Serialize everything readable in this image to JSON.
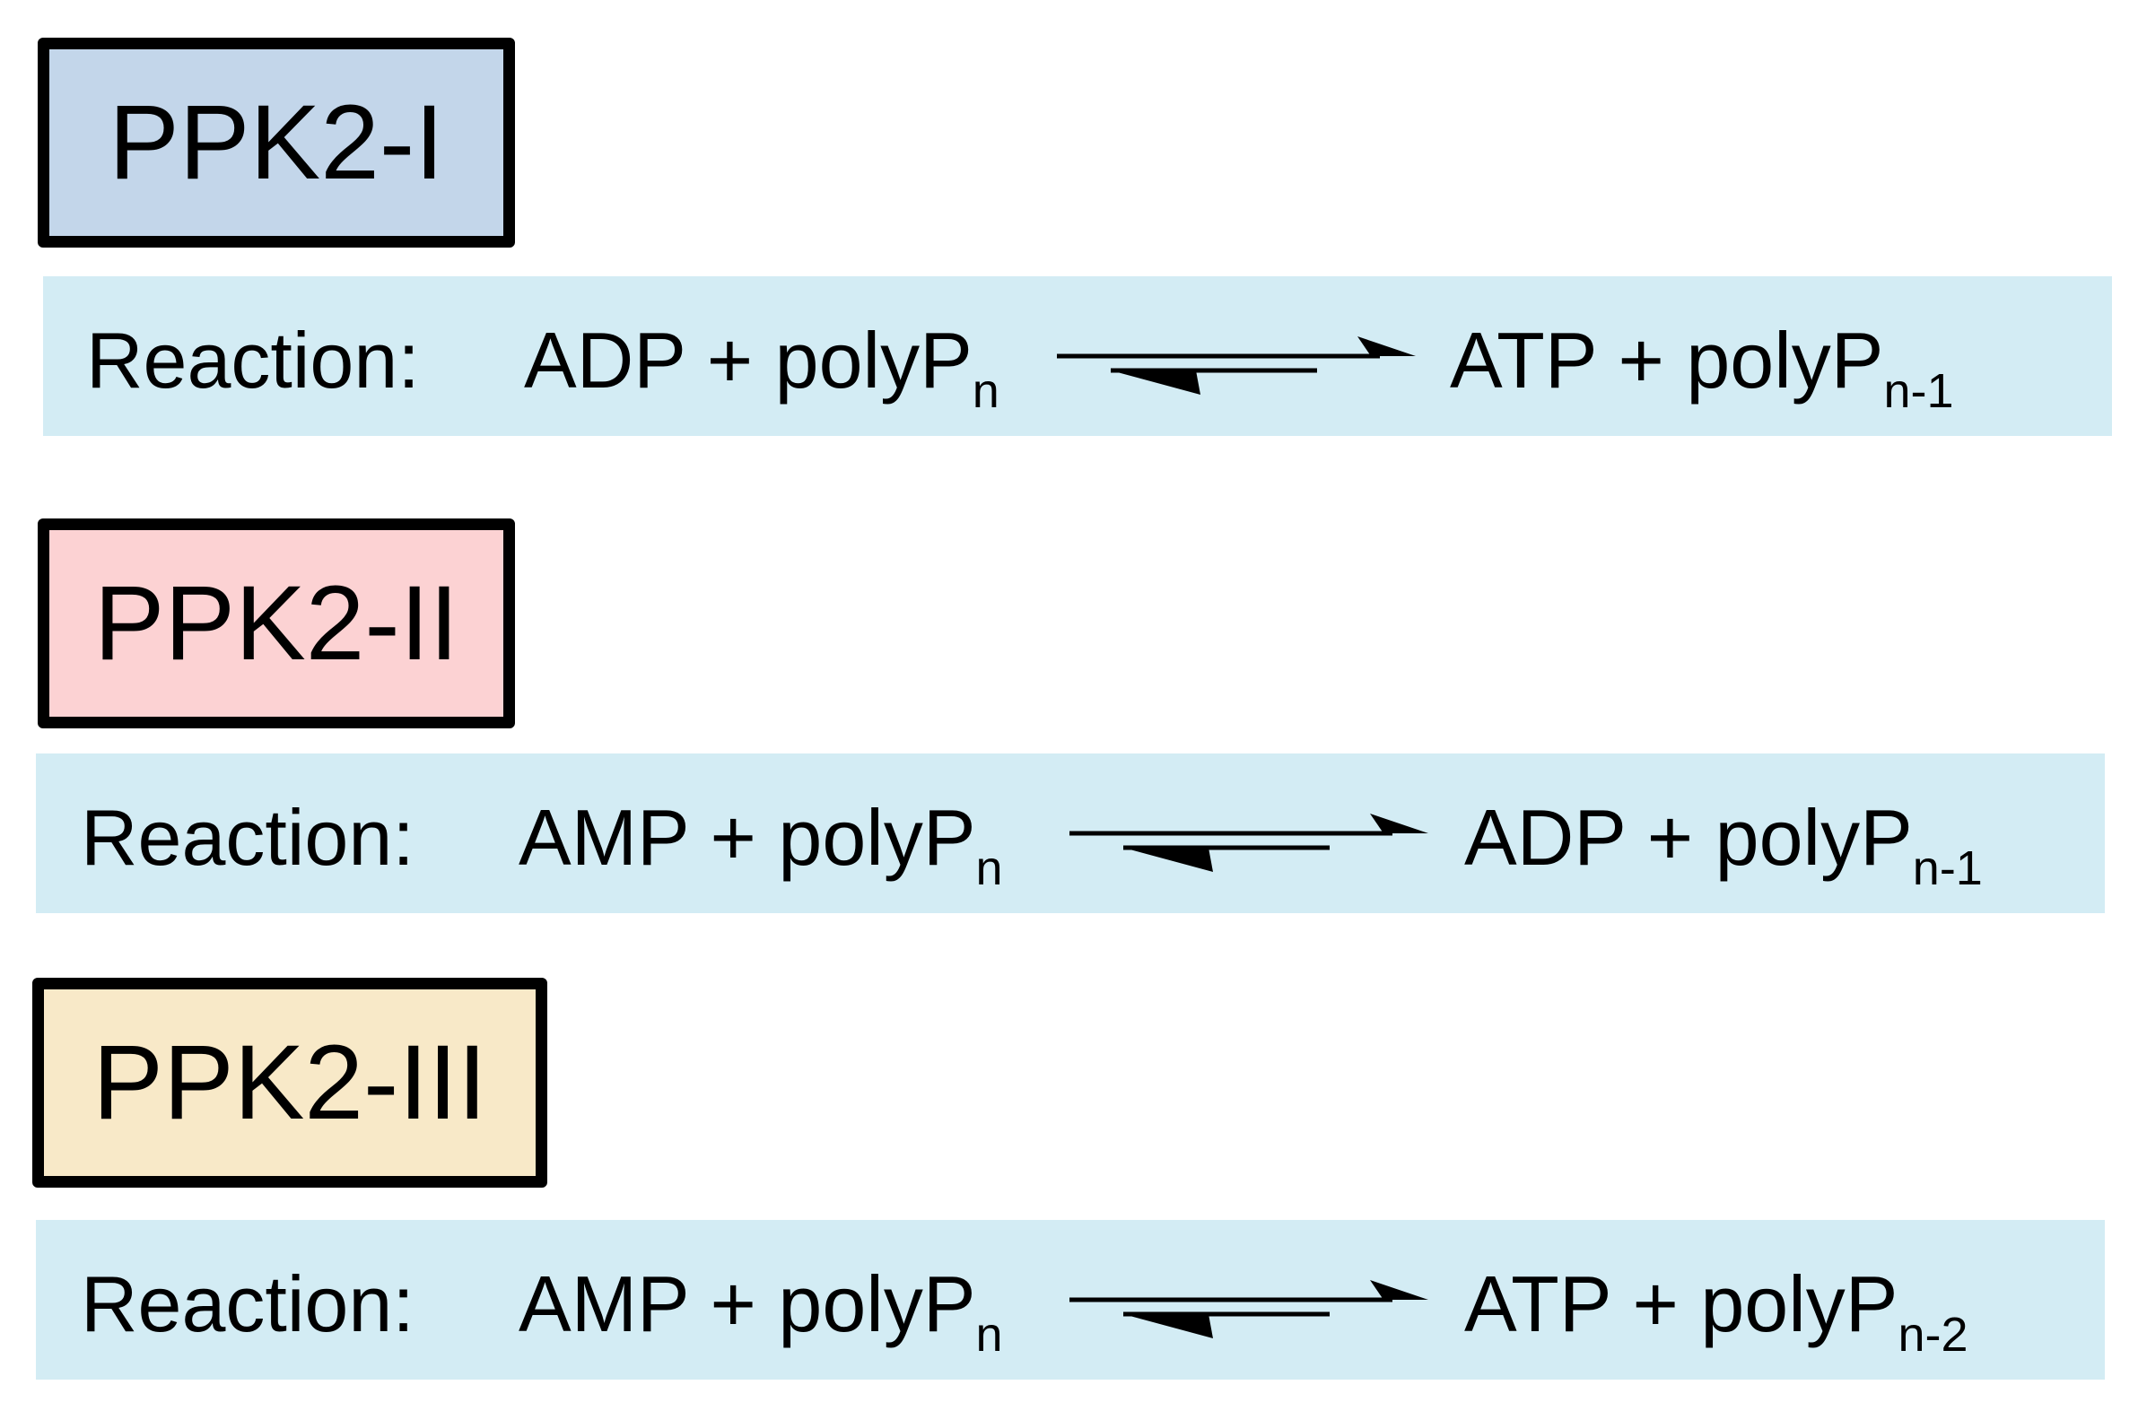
{
  "colors": {
    "ppk2_i_fill": "#c3d6ea",
    "ppk2_ii_fill": "#fcd2d3",
    "ppk2_iii_fill": "#f8e9c8",
    "reaction_band": "#d3ecf4",
    "outline": "#000000"
  },
  "classes": [
    {
      "label": "PPK2-I",
      "reaction_label": "Reaction:",
      "substrate": "ADP + polyP",
      "substrate_sub": "n",
      "product": "ATP + polyP",
      "product_sub": "n-1",
      "arrow_icon": "reversible-equilibrium-arrow"
    },
    {
      "label": "PPK2-II",
      "reaction_label": "Reaction:",
      "substrate": "AMP + polyP",
      "substrate_sub": "n",
      "product": "ADP + polyP",
      "product_sub": "n-1",
      "arrow_icon": "reversible-equilibrium-arrow"
    },
    {
      "label": "PPK2-III",
      "reaction_label": "Reaction:",
      "substrate": "AMP + polyP",
      "substrate_sub": "n",
      "product": "ATP + polyP",
      "product_sub": "n-2",
      "arrow_icon": "reversible-equilibrium-arrow"
    }
  ]
}
